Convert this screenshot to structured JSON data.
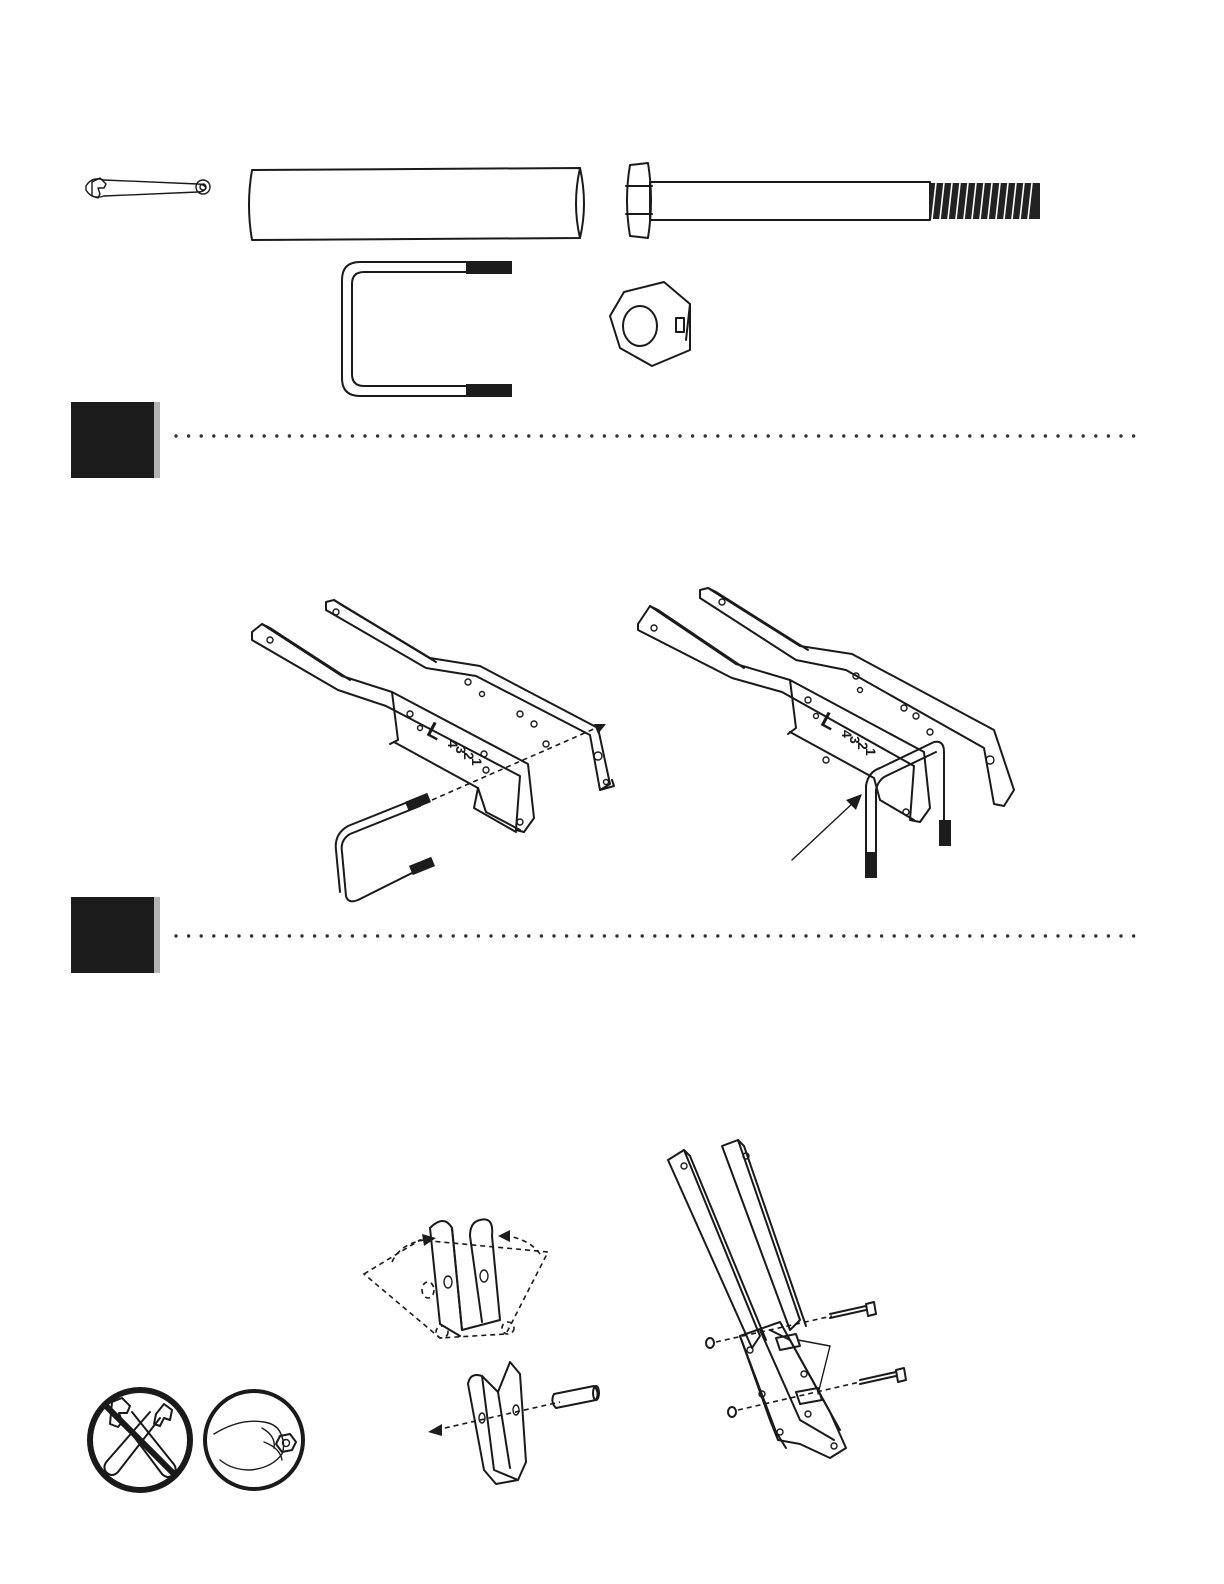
{
  "steps": [
    {
      "id": "step-a",
      "number": ""
    },
    {
      "id": "step-b",
      "number": ""
    }
  ],
  "frame_markings": [
    {
      "text": "L"
    },
    {
      "text": "4"
    },
    {
      "text": "3"
    },
    {
      "text": "2"
    },
    {
      "text": "1"
    }
  ],
  "icons": [
    "wrench-icon",
    "spacer-tube-icon",
    "hex-bolt-icon",
    "u-bolt-icon",
    "lock-nut-icon",
    "no-tools-icon",
    "hand-tighten-icon"
  ],
  "colors": {
    "ink": "#1a1a1a",
    "step_box": "#1c1c1c",
    "step_shadow": "#b3b3b3",
    "dots": "#333333"
  }
}
